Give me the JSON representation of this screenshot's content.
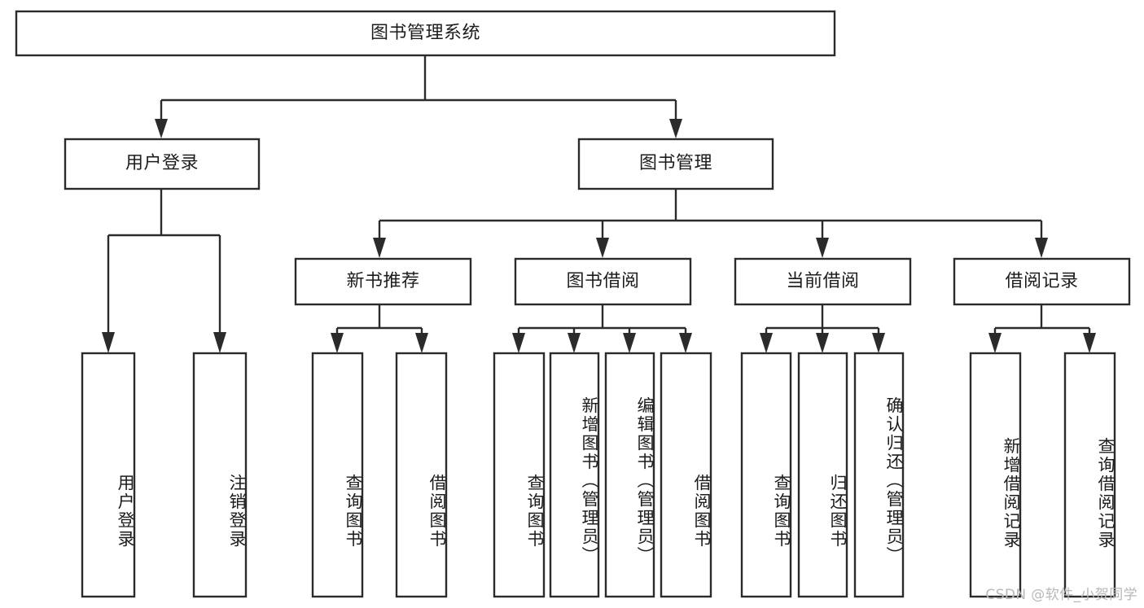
{
  "diagram": {
    "type": "tree-hierarchy-chart",
    "title": "图书管理系统",
    "watermark": "CSDN @软件_小贺同学",
    "colors": {
      "stroke": "#2b2b2b",
      "fill": "#ffffff",
      "text": "#1c1c1c",
      "watermark": "#b8b8b8",
      "background": "#ffffff"
    },
    "levels": [
      {
        "level": 1,
        "nodes": [
          {
            "id": "root",
            "label": "图书管理系统",
            "orientation": "horizontal"
          }
        ]
      },
      {
        "level": 2,
        "nodes": [
          {
            "id": "user-login",
            "label": "用户登录",
            "orientation": "horizontal",
            "parent": "root"
          },
          {
            "id": "book-manage",
            "label": "图书管理",
            "orientation": "horizontal",
            "parent": "root"
          }
        ]
      },
      {
        "level": 3,
        "nodes": [
          {
            "id": "new-book-rec",
            "label": "新书推荐",
            "orientation": "horizontal",
            "parent": "book-manage"
          },
          {
            "id": "book-borrow",
            "label": "图书借阅",
            "orientation": "horizontal",
            "parent": "book-manage"
          },
          {
            "id": "current-borrow",
            "label": "当前借阅",
            "orientation": "horizontal",
            "parent": "book-manage"
          },
          {
            "id": "borrow-record",
            "label": "借阅记录",
            "orientation": "horizontal",
            "parent": "book-manage"
          }
        ]
      },
      {
        "level": 4,
        "nodes": [
          {
            "id": "leaf-user-login",
            "label": "用户登录",
            "orientation": "vertical",
            "parent": "user-login"
          },
          {
            "id": "leaf-logout",
            "label": "注销登录",
            "orientation": "vertical",
            "parent": "user-login"
          },
          {
            "id": "leaf-query-book-1",
            "label": "查询图书",
            "orientation": "vertical",
            "parent": "new-book-rec"
          },
          {
            "id": "leaf-borrow-book-1",
            "label": "借阅图书",
            "orientation": "vertical",
            "parent": "new-book-rec"
          },
          {
            "id": "leaf-query-book-2",
            "label": "查询图书",
            "orientation": "vertical",
            "parent": "book-borrow"
          },
          {
            "id": "leaf-add-book",
            "label": "新增图书（管理员）",
            "orientation": "vertical",
            "parent": "book-borrow"
          },
          {
            "id": "leaf-edit-book",
            "label": "编辑图书（管理员）",
            "orientation": "vertical",
            "parent": "book-borrow"
          },
          {
            "id": "leaf-borrow-book-2",
            "label": "借阅图书",
            "orientation": "vertical",
            "parent": "book-borrow"
          },
          {
            "id": "leaf-query-book-3",
            "label": "查询图书",
            "orientation": "vertical",
            "parent": "current-borrow"
          },
          {
            "id": "leaf-return-book",
            "label": "归还图书",
            "orientation": "vertical",
            "parent": "current-borrow"
          },
          {
            "id": "leaf-confirm-return",
            "label": "确认归还（管理员）",
            "orientation": "vertical",
            "parent": "current-borrow"
          },
          {
            "id": "leaf-add-record",
            "label": "新增借阅记录",
            "orientation": "vertical",
            "parent": "borrow-record"
          },
          {
            "id": "leaf-query-record",
            "label": "查询借阅记录",
            "orientation": "vertical",
            "parent": "borrow-record"
          }
        ]
      }
    ]
  }
}
